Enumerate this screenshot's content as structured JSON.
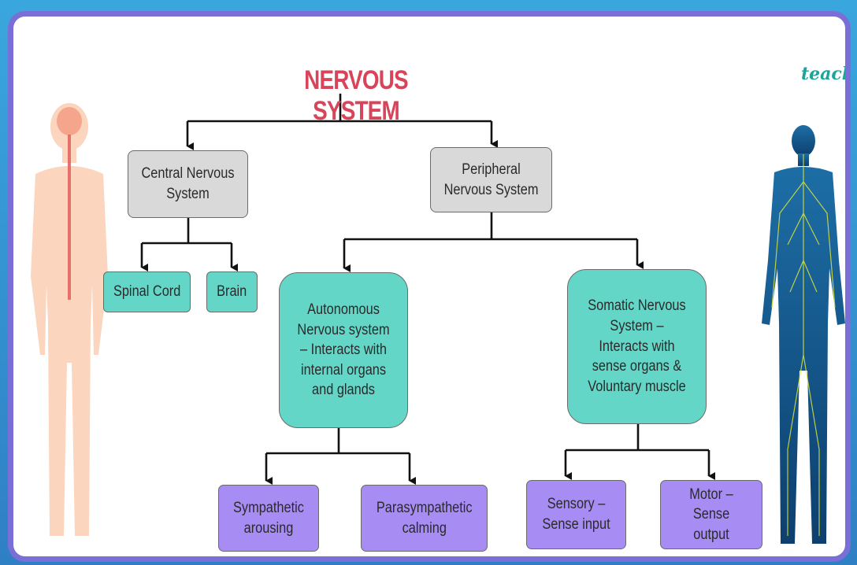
{
  "title": "NERVOUS SYSTEM",
  "brand": "teachoo",
  "nodes": {
    "cns": "Central Nervous System",
    "pns": "Peripheral Nervous System",
    "spinal_cord": "Spinal Cord",
    "brain": "Brain",
    "autonomous": "Autonomous Nervous system – Interacts with internal organs and glands",
    "somatic": "Somatic Nervous System – Interacts with sense organs & Voluntary muscle",
    "sympathetic": "Sympathetic arousing",
    "parasympathetic": "Parasympathetic calming",
    "sensory": "Sensory – Sense input",
    "motor": "Motor – Sense output"
  },
  "colors": {
    "title": "#d8445a",
    "gray_box": "#d9d9d9",
    "teal_box": "#64d6c8",
    "purple_box": "#a78cf3",
    "frame": "#7a6fd6",
    "brand": "#1aa49a"
  }
}
